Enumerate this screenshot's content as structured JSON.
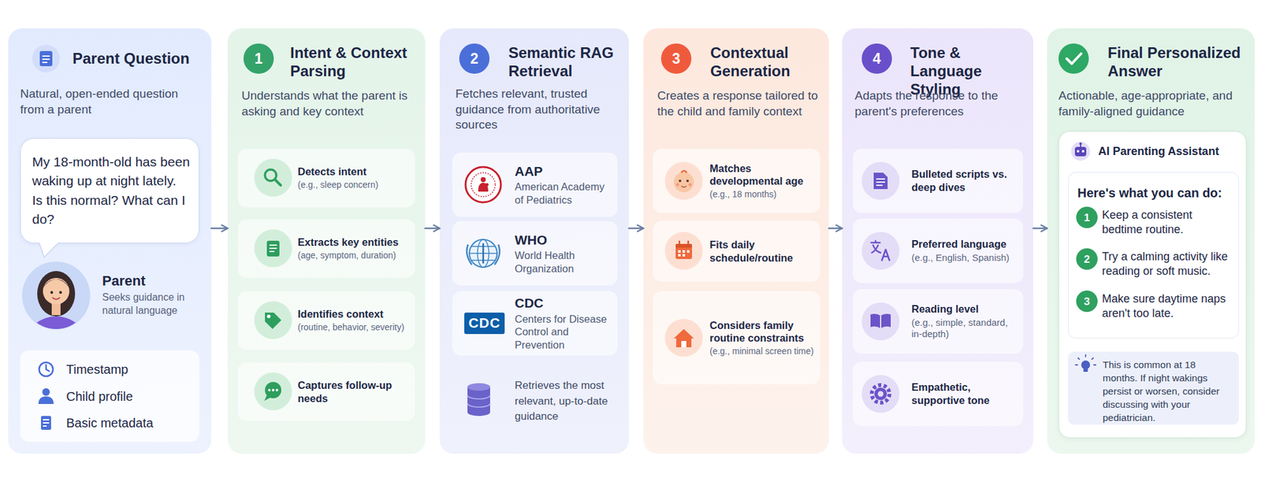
{
  "diagram": {
    "nodes": [
      {
        "text": [
          "Parent Question",
          "Natural, open-ended question from a parent"
        ]
      },
      {
        "text": [
          "My 18-month-old has been waking up at night lately. Is this normal? What can I do?"
        ],
        "in": 0
      },
      {
        "text": [
          "Timestamp",
          "Child profile",
          "Basic metadata"
        ],
        "in": 0
      },
      {
        "text": [
          "Intent & Context Parsing",
          "Understands what the parent is asking and key context"
        ]
      },
      {
        "text": [
          "1"
        ],
        "in": 3
      },
      {
        "text": [
          "Detects intent",
          "(e.g., sleep concern)"
        ],
        "in": 3
      },
      {
        "text": [
          "Extracts key entities",
          "(age, symptom, duration)"
        ],
        "in": 3
      },
      {
        "text": [
          "Identifies context",
          "(routine, behavior, severity)"
        ],
        "in": 3
      },
      {
        "text": [
          "Captures follow-up needs"
        ],
        "in": 3
      },
      {
        "text": [
          "Semantic RAG Retrieval",
          "Fetches relevant, trusted guidance from authoritative sources"
        ]
      },
      {
        "text": [
          "2"
        ],
        "in": 9
      },
      {
        "text": [
          "AAP",
          "American Academy of Pediatrics"
        ],
        "in": 9
      },
      {
        "text": [
          "WHO",
          "World Health Organization"
        ],
        "in": 9
      },
      {
        "text": [
          "CDC",
          "Centers for Disease Control and Prevention"
        ],
        "in": 9
      },
      {
        "text": [
          "Contextual Generation",
          "Creates a response tailored to the child and family context"
        ]
      },
      {
        "text": [
          "3"
        ],
        "in": 14
      },
      {
        "text": [
          "Matches developmental age",
          "(e.g., 18 months)"
        ],
        "in": 14
      },
      {
        "text": [
          "Fits daily schedule/routine"
        ],
        "in": 14
      },
      {
        "text": [
          "Considers family routine constraints",
          "(e.g., minimal screen time)"
        ],
        "in": 14
      },
      {
        "text": [
          "Tone & Language Styling",
          "Adapts the response to the parent's preferences"
        ]
      },
      {
        "text": [
          "4"
        ],
        "in": 19
      },
      {
        "text": [
          "Bulleted scripts vs. deep dives"
        ],
        "in": 19
      },
      {
        "text": [
          "Preferred language",
          "(e.g., English, Spanish)"
        ],
        "in": 19
      },
      {
        "text": [
          "Reading level",
          "(e.g., simple, standard, in-depth)"
        ],
        "in": 19
      },
      {
        "text": [
          "Empathetic, supportive tone"
        ],
        "in": 19
      },
      {
        "text": [
          "Final Personalized Answer",
          "Actionable, age-appropriate, and family-aligned guidance"
        ]
      },
      {
        "text": [
          "AI Parenting Assistant"
        ],
        "in": 25
      },
      {
        "text": [
          "Here's what you can do:"
        ],
        "in": 26
      },
      {
        "text": [
          "1"
        ],
        "in": 27
      },
      {
        "text": [
          "2"
        ],
        "in": 27
      },
      {
        "text": [
          "3"
        ],
        "in": 27
      },
      {
        "text": [
          "This is common at 18 months. If night wakings persist or worsen, consider discussing with your pediatrician."
        ],
        "in": 26
      }
    ],
    "edges": [
      {
        "from": 0,
        "to": 3,
        "arrow": "to"
      },
      {
        "from": 3,
        "to": 9,
        "arrow": "to"
      },
      {
        "from": 9,
        "to": 14,
        "arrow": "to"
      },
      {
        "from": 14,
        "to": 19,
        "arrow": "to"
      },
      {
        "from": 19,
        "to": 25,
        "arrow": "to"
      }
    ],
    "labels": [
      "Parent",
      "Seeks guidance in natural language",
      "CDC",
      "Retrieves the most relevant, up-to-date guidance",
      "Keep a consistent bedtime routine.",
      "Try a calming activity like reading or soft music.",
      "Make sure daytime naps aren't too late."
    ]
  }
}
